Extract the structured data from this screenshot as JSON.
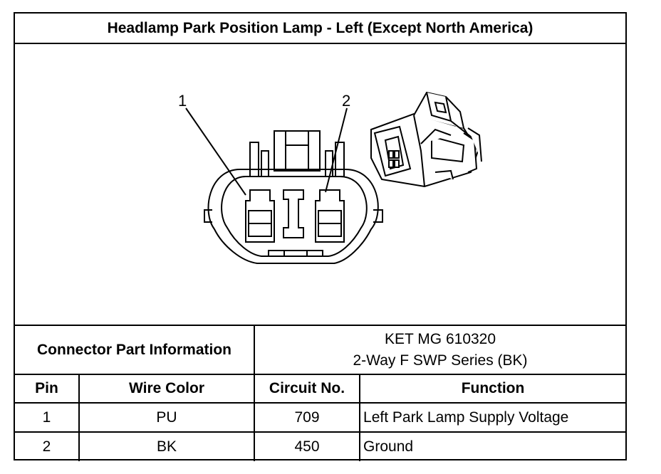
{
  "title": "Headlamp Park Position Lamp - Left (Except North America)",
  "diagram": {
    "callouts": [
      "1",
      "2"
    ]
  },
  "part_info": {
    "label": "Connector Part Information",
    "line1": "KET MG 610320",
    "line2": "2-Way F SWP Series (BK)"
  },
  "columns": {
    "pin": "Pin",
    "wire_color": "Wire Color",
    "circuit": "Circuit No.",
    "function": "Function"
  },
  "rows": [
    {
      "pin": "1",
      "wire_color": "PU",
      "circuit": "709",
      "function": "Left Park Lamp Supply Voltage"
    },
    {
      "pin": "2",
      "wire_color": "BK",
      "circuit": "450",
      "function": "Ground"
    }
  ]
}
